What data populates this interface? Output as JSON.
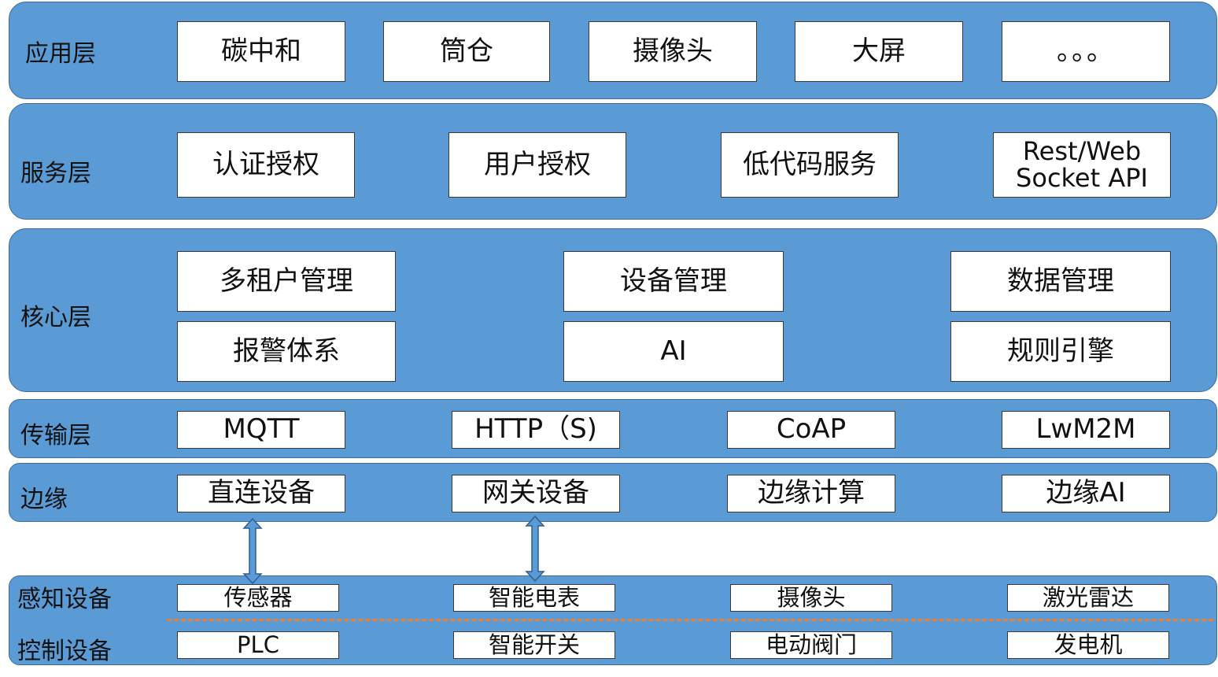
{
  "colors": {
    "layer_fill": "#5b9bd5",
    "layer_border": "#3e6e9c",
    "box_fill": "#ffffff",
    "dash_line": "#ed7d31"
  },
  "layers": {
    "application": {
      "label": "应用层",
      "items": [
        "碳中和",
        "筒仓",
        "摄像头",
        "大屏",
        "。。。"
      ]
    },
    "service": {
      "label": "服务层",
      "items": [
        "认证授权",
        "用户授权",
        "低代码服务"
      ],
      "api_line1": "Rest/Web",
      "api_line2": "Socket API"
    },
    "core": {
      "label": "核心层",
      "items": [
        "多租户管理",
        "设备管理",
        "数据管理",
        "报警体系",
        "AI",
        "规则引擎"
      ]
    },
    "transport": {
      "label": "传输层",
      "items": [
        "MQTT",
        "HTTP（S)",
        "CoAP",
        "LwM2M"
      ]
    },
    "edge": {
      "label": "边缘",
      "items": [
        "直连设备",
        "网关设备",
        "边缘计算",
        "边缘AI"
      ]
    },
    "devices": {
      "sensing_label": "感知设备",
      "control_label": "控制设备",
      "sensing_items": [
        "传感器",
        "智能电表",
        "摄像头",
        "激光雷达"
      ],
      "control_items": [
        "PLC",
        "智能开关",
        "电动阀门",
        "发电机"
      ]
    }
  },
  "icons": {
    "connector": "double-headed-arrow-icon"
  }
}
